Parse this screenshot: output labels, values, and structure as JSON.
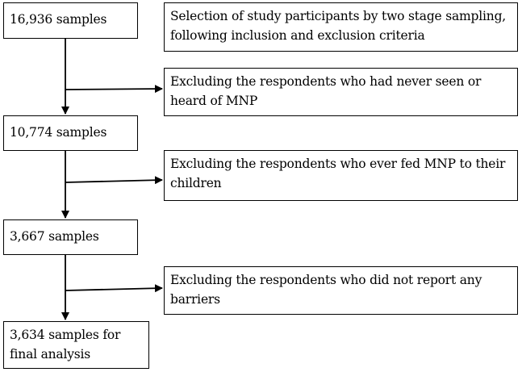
{
  "flowchart": {
    "counts": [
      {
        "label": "16,936 samples"
      },
      {
        "label": "10,774 samples"
      },
      {
        "label": "3,667 samples"
      },
      {
        "label": "3,634 samples for final analysis"
      }
    ],
    "steps": [
      {
        "label": "Selection of study participants by two stage sampling, following inclusion and exclusion criteria"
      },
      {
        "label": "Excluding the respondents who had never seen or heard of MNP"
      },
      {
        "label": "Excluding the respondents who ever fed MNP to their children"
      },
      {
        "label": "Excluding the respondents who did not report any barriers"
      }
    ],
    "line_color": "#000000"
  }
}
